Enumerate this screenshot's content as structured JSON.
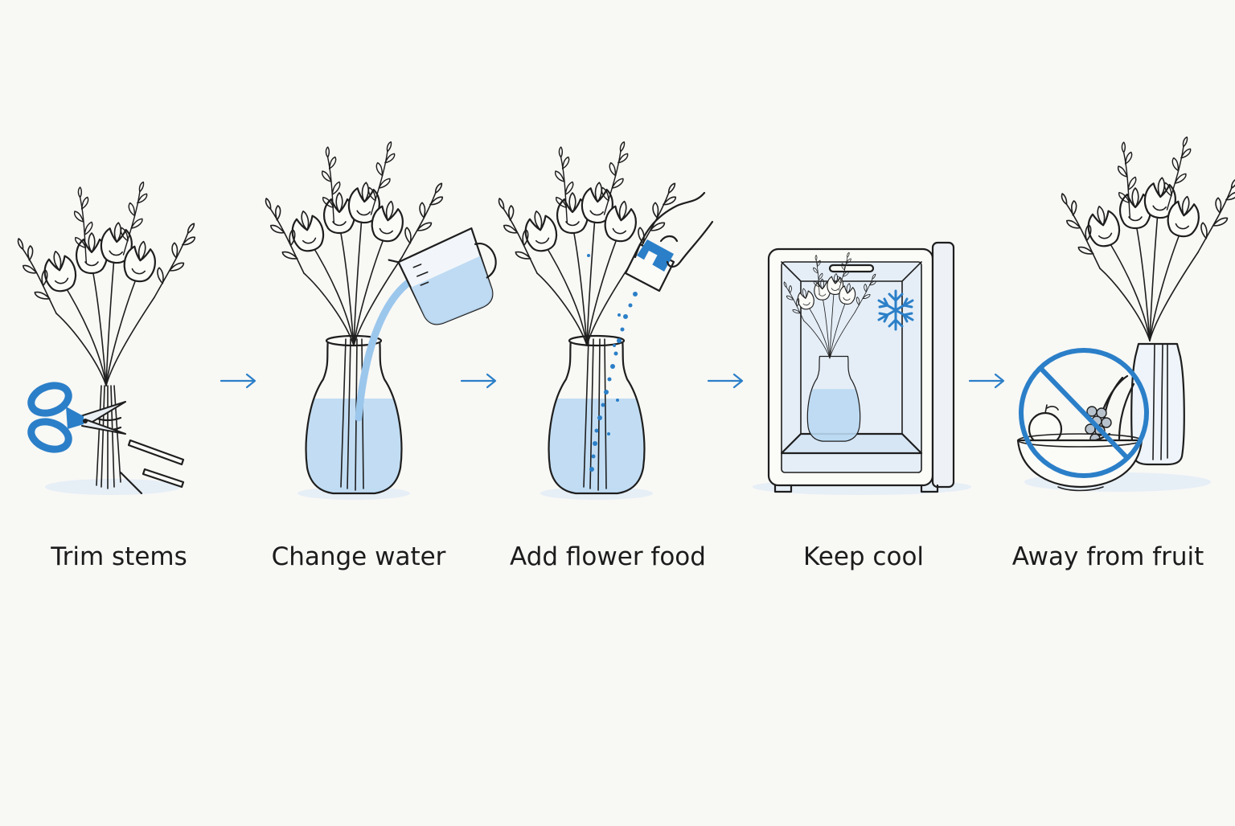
{
  "colors": {
    "accent": "#2b7fc8",
    "water": "#b9d8f2",
    "ink": "#1e1e1e",
    "background": "#f8f8f5"
  },
  "steps": [
    {
      "label": "Trim stems",
      "icon": "scissors-icon"
    },
    {
      "label": "Change water",
      "icon": "pitcher-icon"
    },
    {
      "label": "Add flower food",
      "icon": "flower-food-packet-icon"
    },
    {
      "label": "Keep cool",
      "icon": "snowflake-icon"
    },
    {
      "label": "Away from fruit",
      "icon": "no-fruit-icon"
    }
  ],
  "arrows": [
    "arrow-right-icon",
    "arrow-right-icon",
    "arrow-right-icon",
    "arrow-right-icon"
  ]
}
